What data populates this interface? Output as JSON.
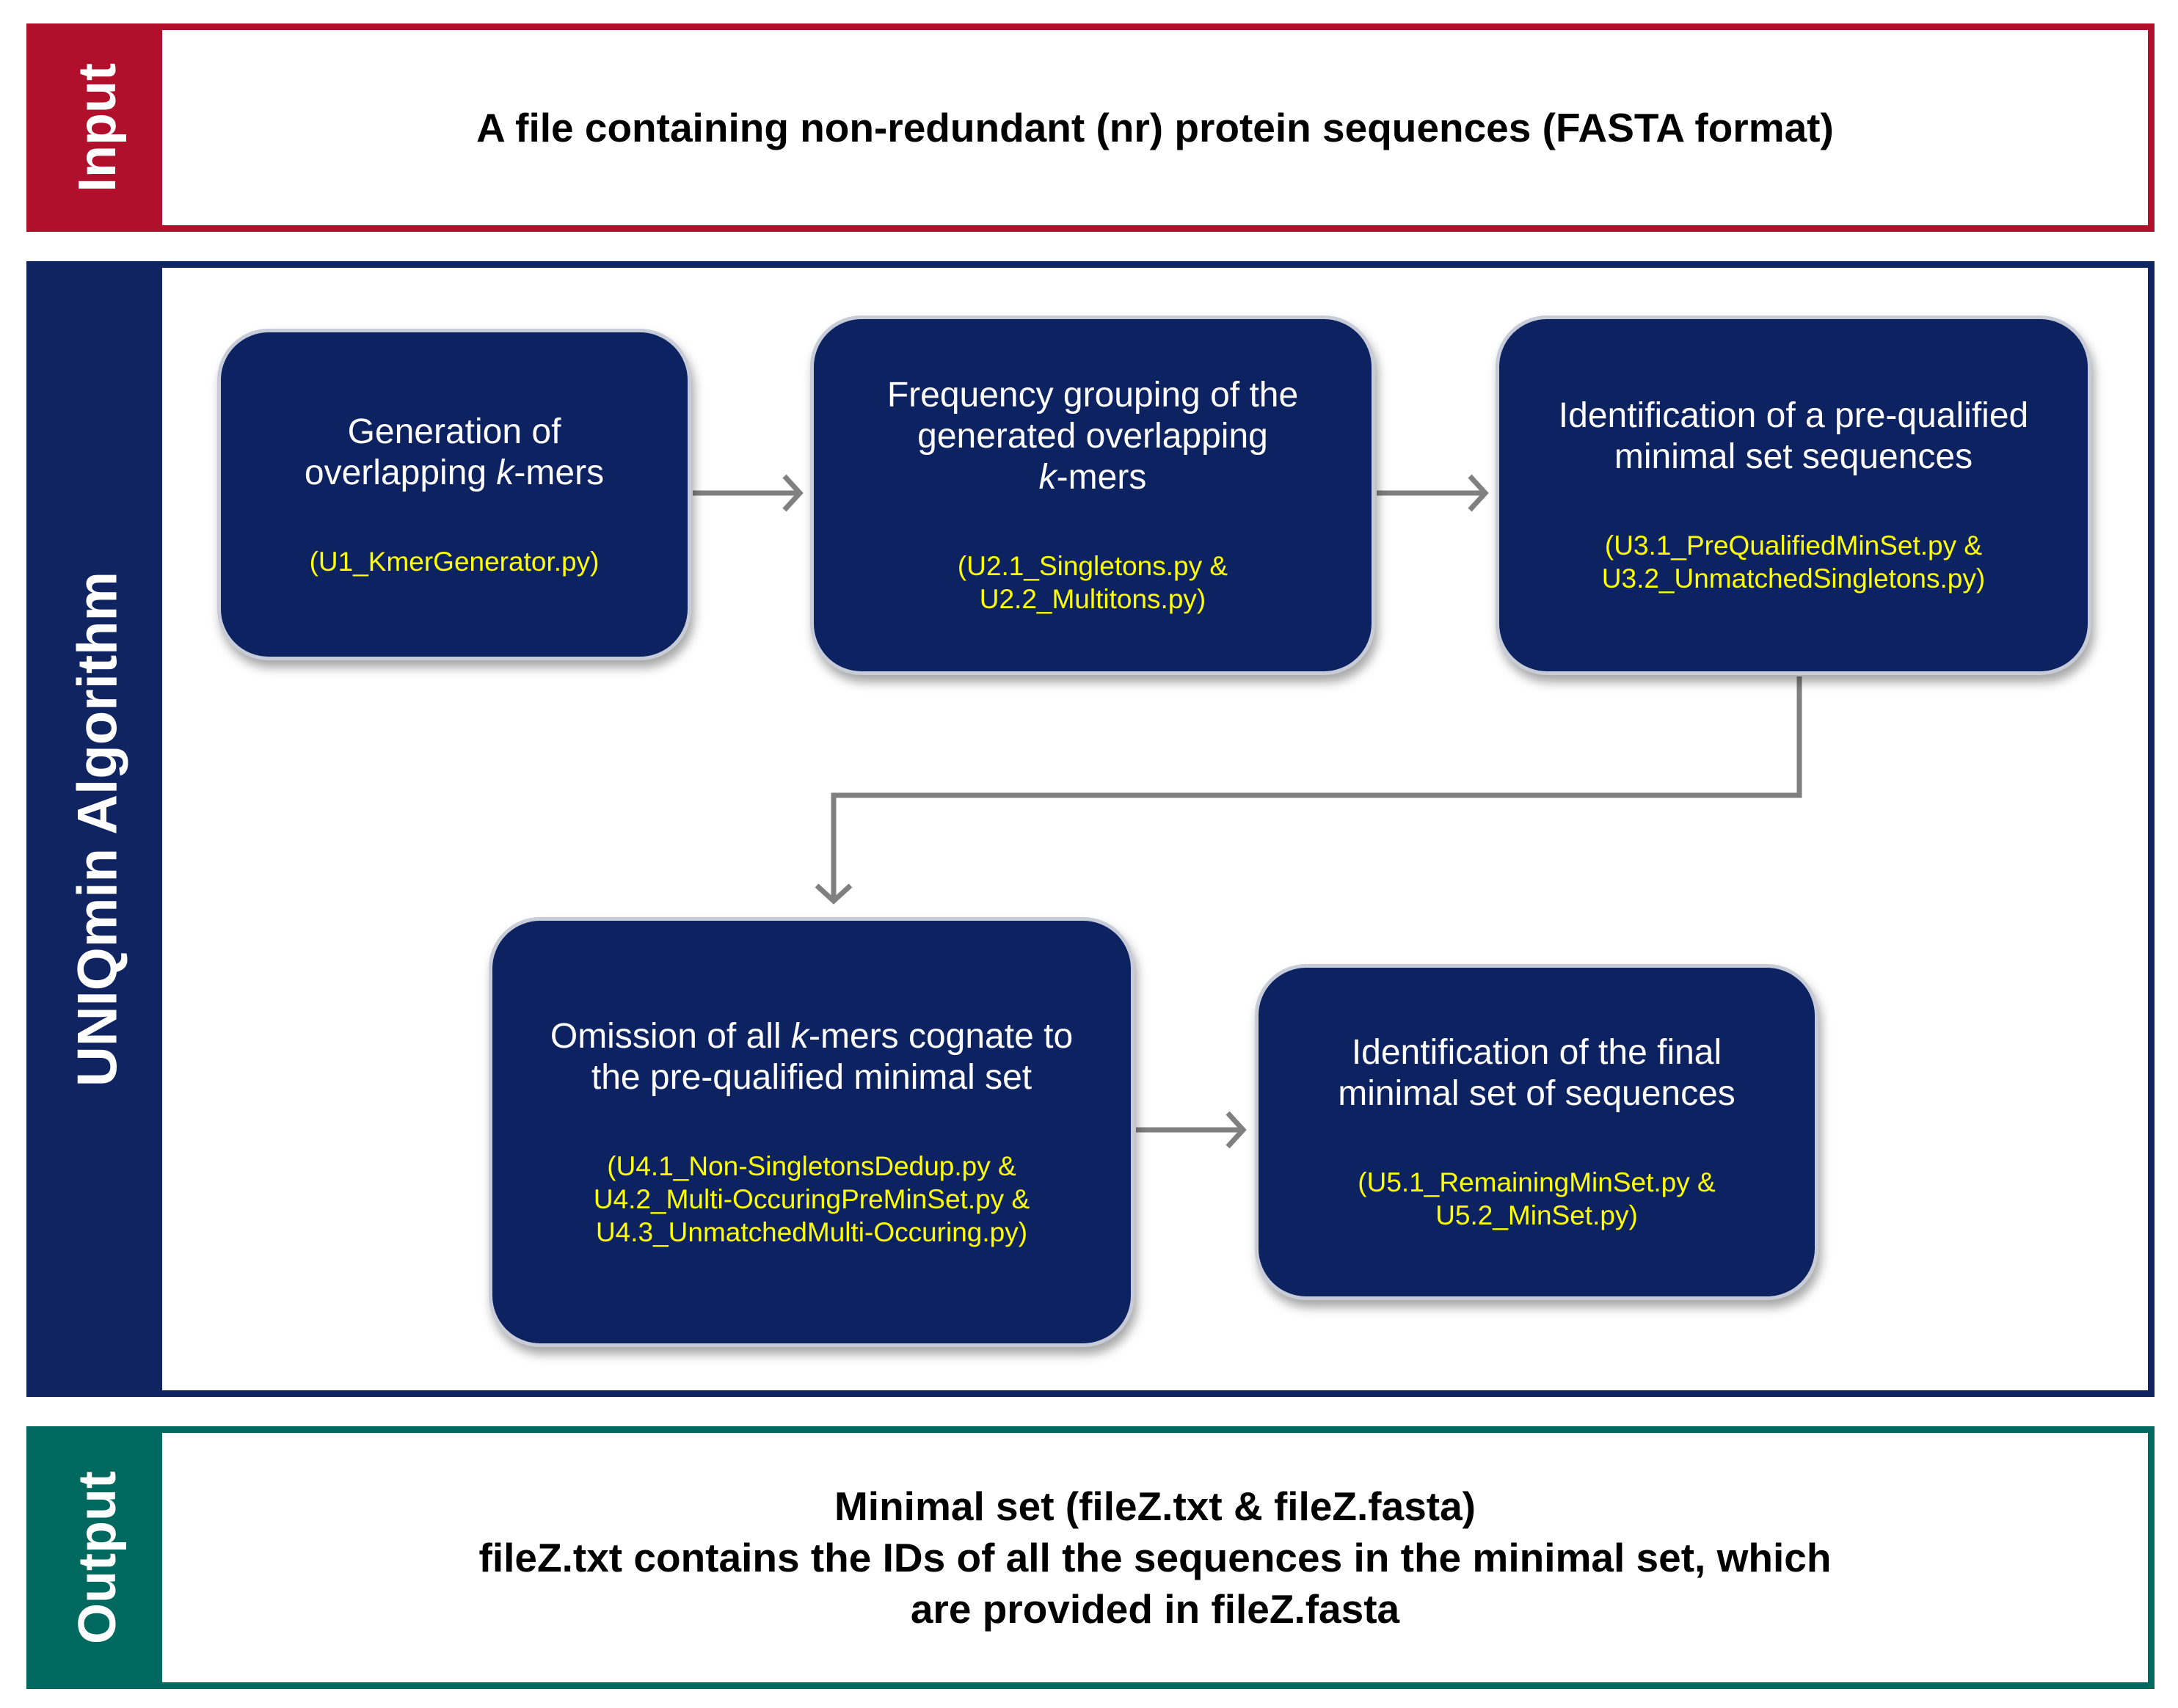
{
  "input": {
    "label": "Input",
    "text": "A file containing non-redundant (nr) protein sequences (FASTA format)"
  },
  "algorithm": {
    "label": "UNIQmin Algorithm",
    "steps": [
      {
        "title_lines": [
          "Generation of",
          "overlapping {k}-mers"
        ],
        "code_lines": [
          "(U1_KmerGenerator.py)"
        ]
      },
      {
        "title_lines": [
          "Frequency grouping of the",
          "generated overlapping",
          "{k}-mers"
        ],
        "code_lines": [
          "(U2.1_Singletons.py &",
          "U2.2_Multitons.py)"
        ]
      },
      {
        "title_lines": [
          "Identification of a pre-qualified",
          "minimal set sequences"
        ],
        "code_lines": [
          "(U3.1_PreQualifiedMinSet.py &",
          "U3.2_UnmatchedSingletons.py)"
        ]
      },
      {
        "title_lines": [
          "Omission of all {k}-mers cognate to",
          "the pre-qualified minimal set"
        ],
        "code_lines": [
          "(U4.1_Non-SingletonsDedup.py &",
          "U4.2_Multi-OccuringPreMinSet.py &",
          "U4.3_UnmatchedMulti-Occuring.py)"
        ]
      },
      {
        "title_lines": [
          "Identification of the final",
          "minimal set of sequences"
        ],
        "code_lines": [
          "(U5.1_RemainingMinSet.py &",
          "U5.2_MinSet.py)"
        ]
      }
    ]
  },
  "output": {
    "label": "Output",
    "lines": [
      "Minimal set (fileZ.txt & fileZ.fasta)",
      "fileZ.txt contains the IDs of all the sequences in the minimal set, which",
      "are provided in fileZ.fasta"
    ]
  },
  "colors": {
    "input": "#b0102c",
    "algorithm": "#0f2461",
    "output": "#00695f",
    "step_fill": "#0d2260",
    "step_code_text": "#ffff00",
    "arrow": "#808080"
  }
}
